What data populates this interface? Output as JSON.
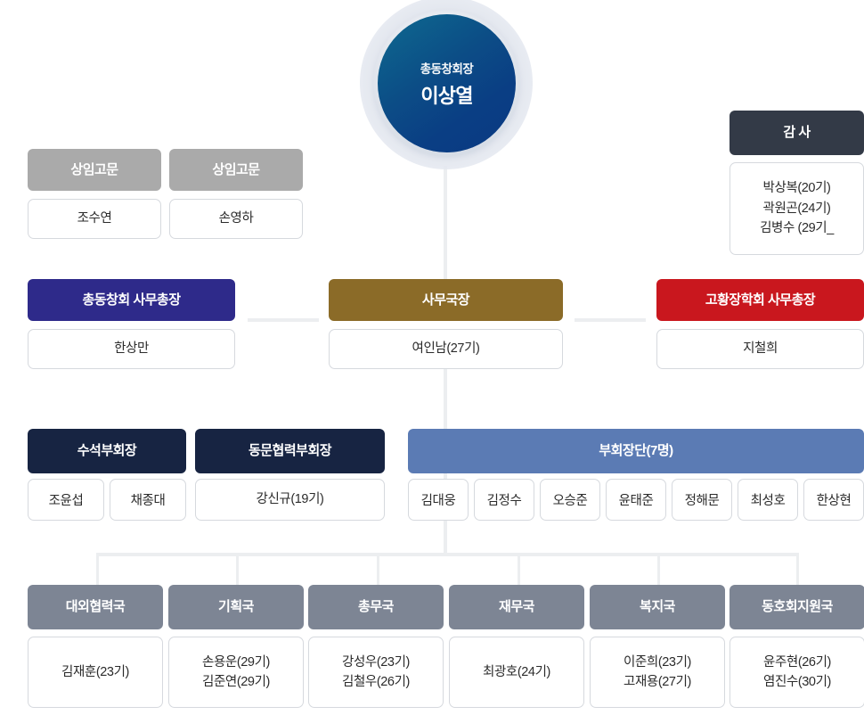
{
  "president": {
    "role": "총동창회장",
    "name": "이상열",
    "color": "#0b4e88"
  },
  "auditor": {
    "title": "감 사",
    "color": "#333a47",
    "members": [
      "박상복(20기)",
      "곽원곤(24기)",
      "김병수 (29기_"
    ]
  },
  "advisors": [
    {
      "title": "상임고문",
      "color": "#aaaaaa",
      "name": "조수연"
    },
    {
      "title": "상임고문",
      "color": "#aaaaaa",
      "name": "손영하"
    }
  ],
  "secretariat": [
    {
      "title": "총동창회 사무총장",
      "color": "#2e2a8a",
      "name": "한상만"
    },
    {
      "title": "사무국장",
      "color": "#8b6b28",
      "name": "여인남(27기)"
    },
    {
      "title": "고황장학회 사무총장",
      "color": "#c9171e",
      "name": "지철희"
    }
  ],
  "vicepresidents": {
    "chief": {
      "title": "수석부회장",
      "color": "#172442",
      "members": [
        "조윤섭",
        "채종대"
      ]
    },
    "alumni": {
      "title": "동문협력부회장",
      "color": "#172442",
      "members": [
        "강신규(19기)"
      ]
    },
    "group": {
      "title": "부회장단(7명)",
      "color": "#5b7bb4",
      "members": [
        "김대웅",
        "김정수",
        "오승준",
        "윤태준",
        "정해문",
        "최성호",
        "한상현"
      ]
    }
  },
  "departments": {
    "color": "#7d8594",
    "items": [
      {
        "title": "대외협력국",
        "members": [
          "김재훈(23기)"
        ]
      },
      {
        "title": "기획국",
        "members": [
          "손용운(29기)",
          "김준연(29기)"
        ]
      },
      {
        "title": "총무국",
        "members": [
          "강성우(23기)",
          "김철우(26기)"
        ]
      },
      {
        "title": "재무국",
        "members": [
          "최광호(24기)"
        ]
      },
      {
        "title": "복지국",
        "members": [
          "이준희(23기)",
          "고재용(27기)"
        ]
      },
      {
        "title": "동호회지원국",
        "members": [
          "윤주현(26기)",
          "염진수(30기)"
        ]
      }
    ]
  }
}
